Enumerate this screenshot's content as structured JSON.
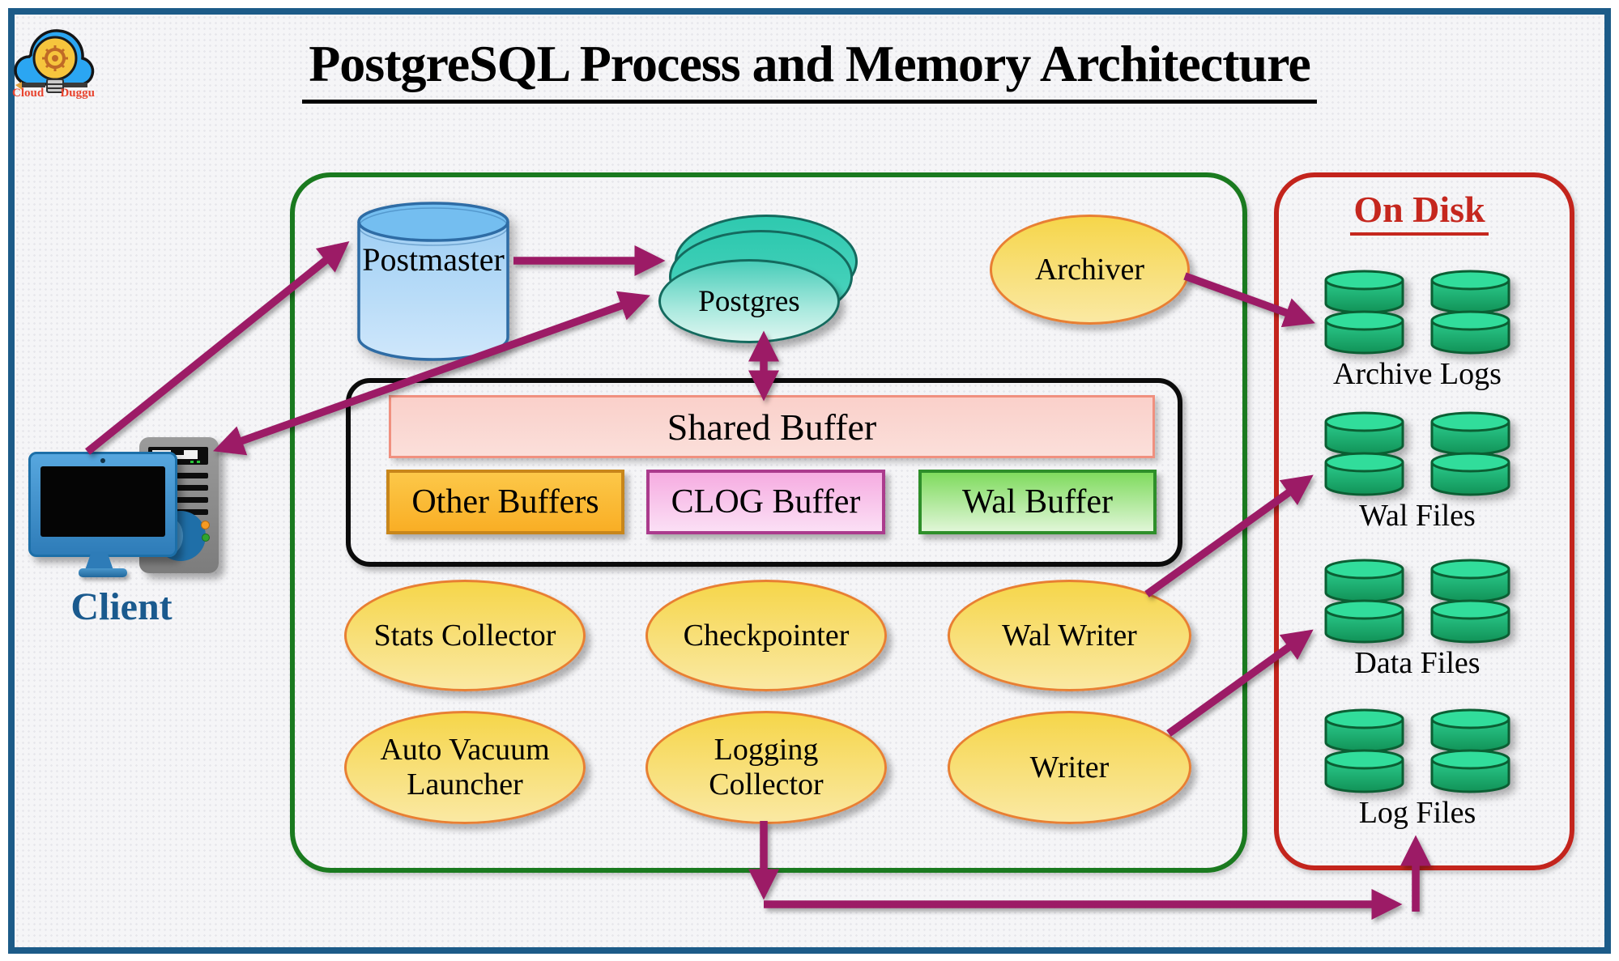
{
  "title": "PostgreSQL Process and Memory Architecture",
  "logo": {
    "word1": "Cloud",
    "word2": "Duggu"
  },
  "client": {
    "label": "Client"
  },
  "nodes": {
    "postmaster": "Postmaster",
    "postgres": "Postgres",
    "archiver": "Archiver",
    "stats_collector": "Stats Collector",
    "checkpointer": "Checkpointer",
    "wal_writer": "Wal Writer",
    "auto_vacuum_line1": "Auto Vacuum",
    "auto_vacuum_line2": "Launcher",
    "logging_line1": "Logging",
    "logging_line2": "Collector",
    "writer": "Writer"
  },
  "memory": {
    "shared": "Shared Buffer",
    "other": "Other Buffers",
    "clog": "CLOG Buffer",
    "wal": "Wal Buffer"
  },
  "on_disk": {
    "title": "On Disk",
    "groups": [
      {
        "label": "Archive Logs"
      },
      {
        "label": "Wal Files"
      },
      {
        "label": "Data Files"
      },
      {
        "label": "Log Files"
      }
    ]
  },
  "colors": {
    "arrow": "#9C1B66",
    "server_box_border": "#1A7A1F",
    "disk_box_border": "#C3241C",
    "frame_border": "#1C5B88",
    "disk_title_text": "#C5271E",
    "client_text": "#1A5A8E",
    "disk_cylinder_green": "#18A763",
    "process_fill_yellow": "#F6D64A",
    "process_border_orange": "#E87F33"
  }
}
